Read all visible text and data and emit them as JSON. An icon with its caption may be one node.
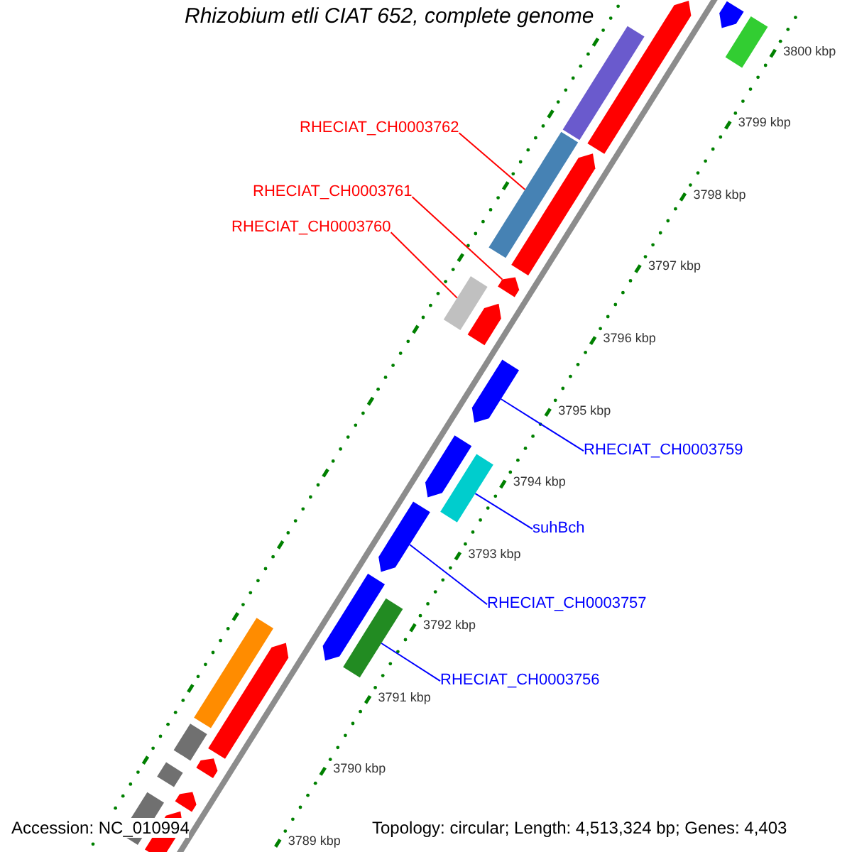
{
  "diagram": {
    "title": "Rhizobium etli CIAT 652, complete genome",
    "nodes": [
      {
        "text": [
          "RHECIAT_CH0003762"
        ]
      },
      {
        "text": [],
        "shape": "bar"
      },
      {
        "text": [
          "RHECIAT_CH0003761"
        ]
      },
      {
        "text": [],
        "shape": "bar"
      },
      {
        "text": [
          "RHECIAT_CH0003760"
        ]
      },
      {
        "text": [],
        "shape": "bar"
      },
      {
        "text": [
          "RHECIAT_CH0003759"
        ]
      },
      {
        "text": [],
        "shape": "bar"
      },
      {
        "text": [
          "suhBch"
        ]
      },
      {
        "text": [],
        "shape": "bar"
      },
      {
        "text": [
          "RHECIAT_CH0003757"
        ]
      },
      {
        "text": [],
        "shape": "bar"
      },
      {
        "text": [
          "RHECIAT_CH0003756"
        ]
      },
      {
        "text": [],
        "shape": "bar"
      },
      {
        "text": [],
        "shape": "bar"
      },
      {
        "text": [],
        "shape": "bar"
      },
      {
        "text": [],
        "shape": "bar"
      },
      {
        "text": [],
        "shape": "bar"
      },
      {
        "text": [],
        "shape": "bar"
      },
      {
        "text": [],
        "shape": "bar"
      },
      {
        "text": [],
        "shape": "bar"
      },
      {
        "text": [],
        "shape": "bar"
      },
      {
        "text": [],
        "shape": "bar"
      },
      {
        "text": [],
        "shape": "bar"
      },
      {
        "text": [],
        "shape": "bar"
      },
      {
        "text": [],
        "shape": "bar"
      },
      {
        "text": [],
        "shape": "bar"
      },
      {
        "text": [],
        "shape": "bar"
      },
      {
        "text": [],
        "shape": "bar"
      },
      {
        "text": [],
        "shape": "bar"
      }
    ],
    "edges": [
      {
        "from": 0,
        "to": 1,
        "arrow": "none",
        "color": "#ff0000"
      },
      {
        "from": 2,
        "to": 3,
        "arrow": "none",
        "color": "#ff0000"
      },
      {
        "from": 4,
        "to": 5,
        "arrow": "none",
        "color": "#ff0000"
      },
      {
        "from": 6,
        "to": 7,
        "arrow": "none",
        "color": "#0000ff"
      },
      {
        "from": 8,
        "to": 9,
        "arrow": "none",
        "color": "#0000ff"
      },
      {
        "from": 10,
        "to": 11,
        "arrow": "none",
        "color": "#0000ff"
      },
      {
        "from": 12,
        "to": 13,
        "arrow": "none",
        "color": "#0000ff"
      }
    ],
    "labels": [
      "3800 kbp",
      "3799 kbp",
      "3798 kbp",
      "3797 kbp",
      "3796 kbp",
      "3795 kbp",
      "3794 kbp",
      "3793 kbp",
      "3792 kbp",
      "3791 kbp",
      "3790 kbp",
      "3789 kbp",
      "Accession: NC_010994",
      "Topology: circular; Length: 4,513,324 bp; Genes: 4,403"
    ]
  }
}
